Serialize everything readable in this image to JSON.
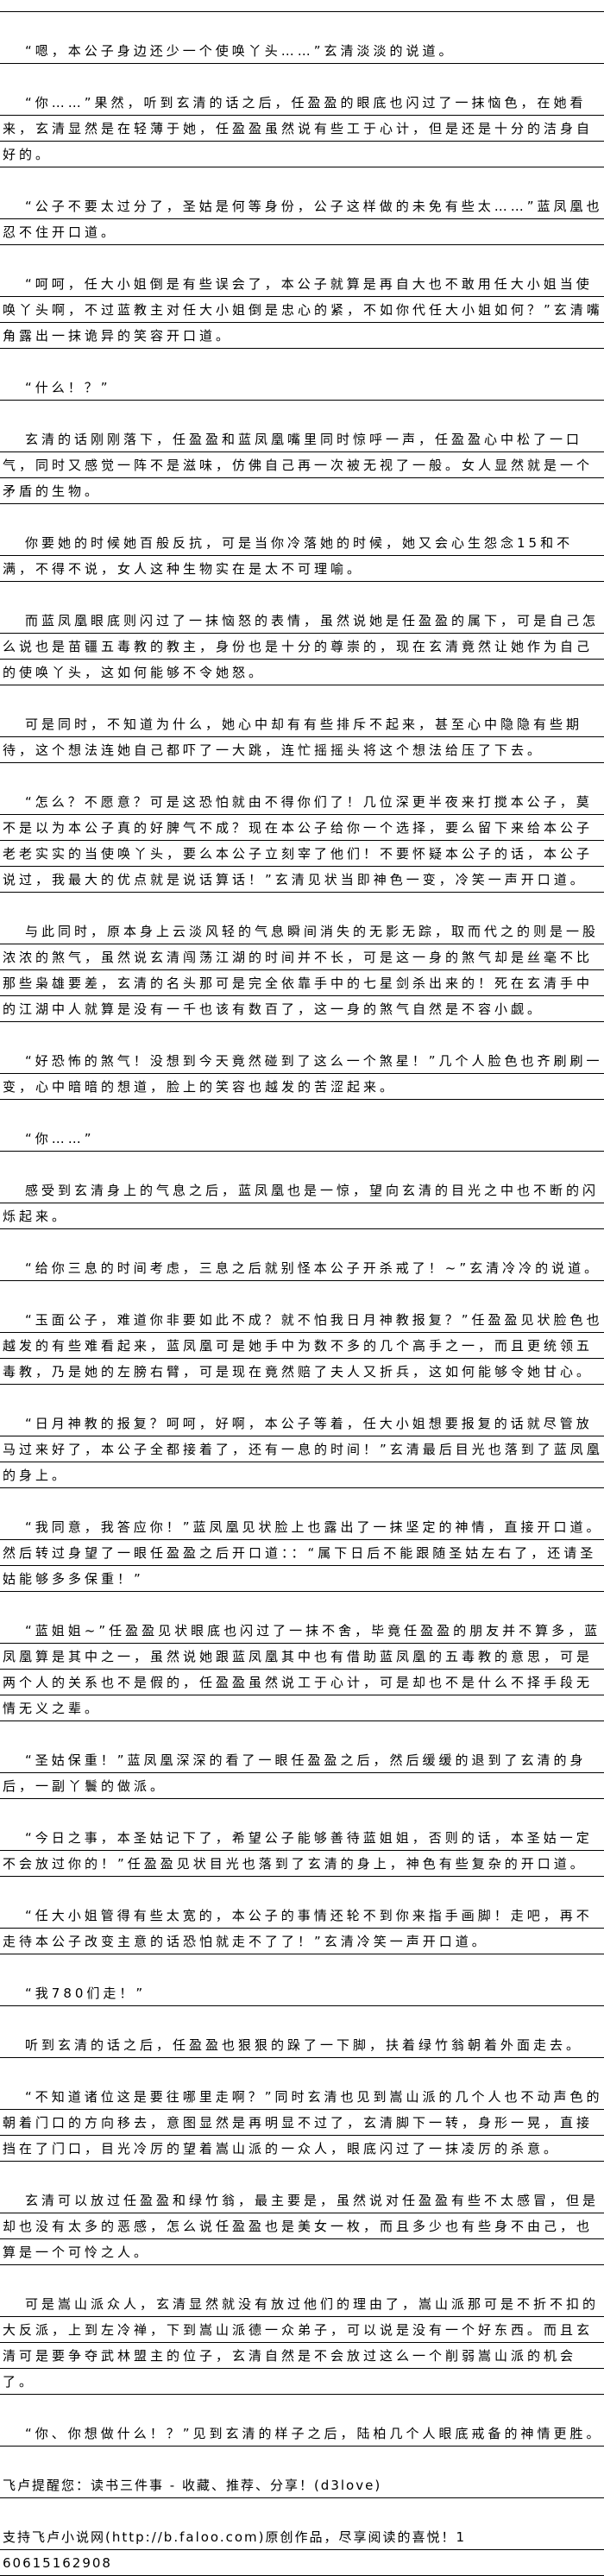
{
  "paragraphs": [
    "",
    "“嗯，本公子身边还少一个使唤丫头……”玄清淡淡的说道。",
    "“你……”果然，听到玄清的话之后，任盈盈的眼底也闪过了一抹恼色，在她看来，玄清显然是在轻薄于她，任盈盈虽然说有些工于心计，但是还是十分的洁身自好的。",
    "“公子不要太过分了，圣姑是何等身份，公子这样做的未免有些太……”蓝凤凰也忍不住开口道。",
    "“呵呵，任大小姐倒是有些误会了，本公子就算是再自大也不敢用任大小姐当使唤丫头啊，不过蓝教主对任大小姐倒是忠心的紧，不如你代任大小姐如何？”玄清嘴角露出一抹诡异的笑容开口道。",
    "“什么！？”",
    "玄清的话刚刚落下，任盈盈和蓝凤凰嘴里同时惊呼一声，任盈盈心中松了一口气，同时又感觉一阵不是滋味，仿佛自己再一次被无视了一般。女人显然就是一个矛盾的生物。",
    "你要她的时候她百般反抗，可是当你冷落她的时候，她又会心生怨念15和不满，不得不说，女人这种生物实在是太不可理喻。",
    "而蓝凤凰眼底则闪过了一抹恼怒的表情，虽然说她是任盈盈的属下，可是自己怎么说也是苗疆五毒教的教主，身份也是十分的尊崇的，现在玄清竟然让她作为自己的使唤丫头，这如何能够不令她怒。",
    "可是同时，不知道为什么，她心中却有有些排斥不起来，甚至心中隐隐有些期待，这个想法连她自己都吓了一大跳，连忙摇摇头将这个想法给压了下去。",
    "“怎么？不愿意？可是这恐怕就由不得你们了！几位深更半夜来打搅本公子，莫不是以为本公子真的好脾气不成？现在本公子给你一个选择，要么留下来给本公子老老实实的当使唤丫头，要么本公子立刻宰了他们！不要怀疑本公子的话，本公子说过，我最大的优点就是说话算话！”玄清见状当即神色一变，冷笑一声开口道。",
    "与此同时，原本身上云淡风轻的气息瞬间消失的无影无踪，取而代之的则是一股浓浓的煞气，虽然说玄清闯荡江湖的时间并不长，可是这一身的煞气却是丝毫不比那些枭雄要差，玄清的名头那可是完全依靠手中的七星剑杀出来的！死在玄清手中的江湖中人就算是没有一千也该有数百了，这一身的煞气自然是不容小觑。",
    "“好恐怖的煞气！没想到今天竟然碰到了这么一个煞星！”几个人脸色也齐刷刷一变，心中暗暗的想道，脸上的笑容也越发的苦涩起来。",
    "“你……”",
    "感受到玄清身上的气息之后，蓝凤凰也是一惊，望向玄清的目光之中也不断的闪烁起来。",
    "“给你三息的时间考虑，三息之后就别怪本公子开杀戒了！~”玄清冷冷的说道。",
    "“玉面公子，难道你非要如此不成？就不怕我日月神教报复？”任盈盈见状脸色也越发的有些难看起来，蓝凤凰可是她手中为数不多的几个高手之一，而且更统领五毒教，乃是她的左膀右臂，可是现在竟然赔了夫人又折兵，这如何能够令她甘心。",
    "“日月神教的报复？呵呵，好啊，本公子等着，任大小姐想要报复的话就尽管放马过来好了，本公子全都接着了，还有一息的时间！”玄清最后目光也落到了蓝凤凰的身上。",
    "“我同意，我答应你！”蓝凤凰见状脸上也露出了一抹坚定的神情，直接开口道。然后转过身望了一眼任盈盈之后开口道：：“属下日后不能跟随圣姑左右了，还请圣姑能够多多保重！”",
    "“蓝姐姐~”任盈盈见状眼底也闪过了一抹不舍，毕竟任盈盈的朋友并不算多，蓝凤凰算是其中之一，虽然说她跟蓝凤凰其中也有借助蓝凤凰的五毒教的意思，可是两个人的关系也不是假的，任盈盈虽然说工于心计，可是却也不是什么不择手段无情无义之辈。",
    "“圣姑保重！”蓝凤凰深深的看了一眼任盈盈之后，然后缓缓的退到了玄清的身后，一副丫鬟的做派。",
    "“今日之事，本圣姑记下了，希望公子能够善待蓝姐姐，否则的话，本圣姑一定不会放过你的！”任盈盈见状目光也落到了玄清的身上，神色有些复杂的开口道。",
    "“任大小姐管得有些太宽的，本公子的事情还轮不到你来指手画脚！走吧，再不走待本公子改变主意的话恐怕就走不了了！”玄清冷笑一声开口道。",
    "“我780们走！”",
    "听到玄清的话之后，任盈盈也狠狠的跺了一下脚，扶着绿竹翁朝着外面走去。",
    "“不知道诸位这是要往哪里走啊？”同时玄清也见到嵩山派的几个人也不动声色的朝着门口的方向移去，意图显然是再明显不过了，玄清脚下一转，身形一晃，直接挡在了门口，目光冷厉的望着嵩山派的一众人，眼底闪过了一抹凌厉的杀意。",
    "玄清可以放过任盈盈和绿竹翁，最主要是，虽然说对任盈盈有些不太感冒，但是却也没有太多的恶感，怎么说任盈盈也是美女一枚，而且多少也有些身不由己，也算是一个可怜之人。",
    "可是嵩山派众人，玄清显然就没有放过他们的理由了，嵩山派那可是不折不扣的大反派，上到左冷禅，下到嵩山派德一众弟子，可以说是没有一个好东西。而且玄清可是要争夺武林盟主的位子，玄清自然是不会放过这么一个削弱嵩山派的机会了。",
    "“你、你想做什么！？”见到玄清的样子之后，陆柏几个人眼底戒备的神情更胜。"
  ],
  "footer": {
    "reminder": "飞卢提醒您：读书三件事 - 收藏、推荐、分享！(d3love)",
    "support": "支持飞卢小说网(http://b.faloo.com)原创作品，尽享阅读的喜悦！1",
    "code": "60615162908"
  }
}
